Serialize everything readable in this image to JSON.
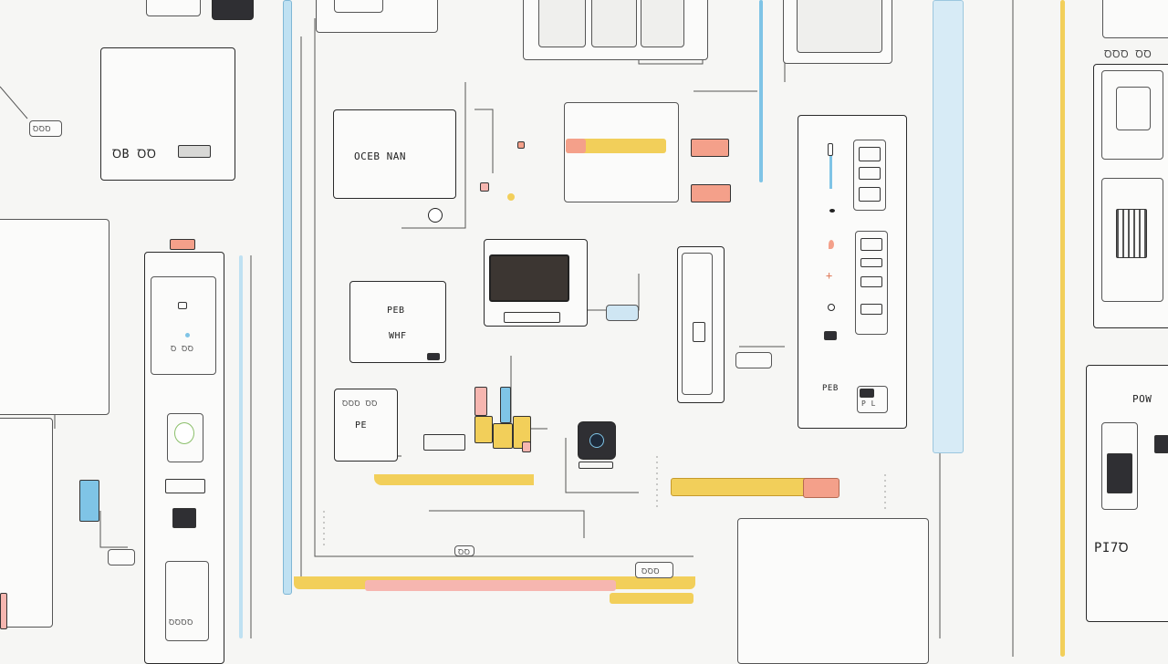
{
  "labels": {
    "left_panel": "ꝹB ꝹꝹ",
    "top_left_tag": "ꝹꝹꝹ",
    "center_main": "OCEB NAN",
    "center_sub_1": "PEB",
    "center_sub_2": "WHF",
    "lower_left_box": "PE",
    "lower_left_tag": "ꝹꝹꝹ ꝹꝹ",
    "right_panel_tag": "PEB",
    "right_panel_tag_2": "P L",
    "far_right_top": "ꝹꝹꝹ ꝹꝹ",
    "far_right_mid": "POW",
    "far_right_low": "PI7Ꝺ",
    "bottom_tag": "ꝹꝹꝹ",
    "small_tag_1": "ꝹꝹꝹꝹ",
    "small_tag_2": "Ꝺ ꝹꝹ",
    "small_tag_3": "ꝹꝹ"
  },
  "colors": {
    "accent_blue": "#7fc4e6",
    "accent_yellow": "#f2cf5a",
    "accent_salmon": "#f4a08a",
    "accent_pink": "#f6b6b0",
    "screen": "#3c3632",
    "stroke": "#2a2a2a"
  },
  "icons": [
    "toggle-knob-icon",
    "led-dot-icon",
    "pin-marker-icon",
    "camera-module-icon",
    "switch-icon"
  ]
}
